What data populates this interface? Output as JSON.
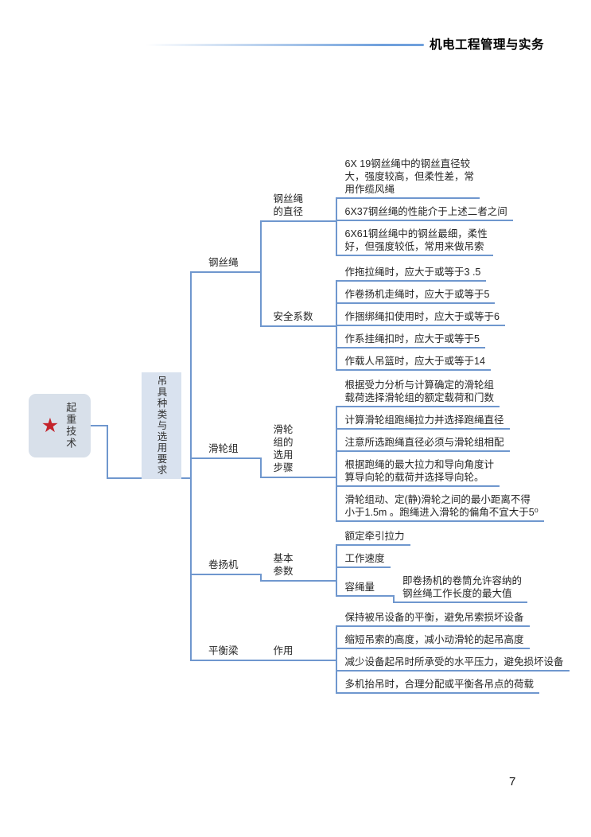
{
  "header": {
    "title": "机电工程管理与实务"
  },
  "page": {
    "number": "7"
  },
  "colors": {
    "line": "#6F97CE",
    "root_fill": "#D8E0EA",
    "topic_fill": "#D9E2EF",
    "star": "#C4232B",
    "text": "#262626"
  },
  "icons": {
    "root_icon": "star-icon",
    "root_icon_glyph": "★"
  },
  "mindmap": {
    "root": {
      "label": "起重技术"
    },
    "topic": {
      "label": "吊具种类与选用要求"
    },
    "branches": [
      {
        "label": "钢丝绳",
        "children": [
          {
            "label": "钢丝绳\n的直径",
            "children": [
              {
                "label": "6X 19钢丝绳中的钢丝直径较\n大，强度较高，但柔性差，常\n用作缆风绳"
              },
              {
                "label": "6X37钢丝绳的性能介于上述二者之间"
              },
              {
                "label": "6X61钢丝绳中的钢丝最细，柔性\n好，但强度较低，常用来做吊索"
              }
            ]
          },
          {
            "label": "安全系数",
            "children": [
              {
                "label": "作拖拉绳时，应大于或等于3 .5"
              },
              {
                "label": "作卷扬机走绳时，应大于或等于5"
              },
              {
                "label": "作捆绑绳扣使用时，应大于或等于6"
              },
              {
                "label": "作系挂绳扣时，应大于或等于5"
              },
              {
                "label": "作载人吊篮时，应大于或等于14"
              }
            ]
          }
        ]
      },
      {
        "label": "滑轮组",
        "children": [
          {
            "label": "滑轮\n组的\n选用\n步骤",
            "children": [
              {
                "label": "根据受力分析与计算确定的滑轮组\n载荷选择滑轮组的额定载荷和门数"
              },
              {
                "label": "计算滑轮组跑绳拉力并选择跑绳直径"
              },
              {
                "label": "注意所选跑绳直径必须与滑轮组相配"
              },
              {
                "label": "根据跑绳的最大拉力和导向角度计\n算导向轮的载荷并选择导向轮。"
              },
              {
                "label": "滑轮组动、定(静)滑轮之间的最小距离不得\n小于1.5m 。跑绳进入滑轮的偏角不宜大于5⁰"
              }
            ]
          }
        ]
      },
      {
        "label": "卷扬机",
        "children": [
          {
            "label": "基本\n参数",
            "children": [
              {
                "label": "额定牵引拉力"
              },
              {
                "label": "工作速度"
              },
              {
                "label": "容绳量",
                "children": [
                  {
                    "label": "即卷扬机的卷筒允许容纳的\n钢丝绳工作长度的最大值"
                  }
                ]
              }
            ]
          }
        ]
      },
      {
        "label": "平衡梁",
        "children": [
          {
            "label": "作用",
            "children": [
              {
                "label": "保持被吊设备的平衡，避免吊索损坏设备"
              },
              {
                "label": "缩短吊索的高度，减小动滑轮的起吊高度"
              },
              {
                "label": "减少设备起吊时所承受的水平压力，避免损坏设备"
              },
              {
                "label": "多机抬吊时，合理分配或平衡各吊点的荷载"
              }
            ]
          }
        ]
      }
    ]
  }
}
